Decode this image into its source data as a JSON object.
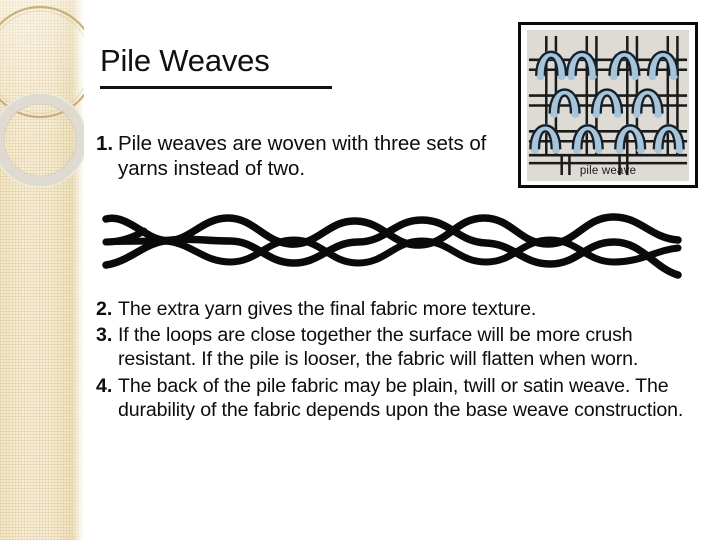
{
  "slide": {
    "title": "Pile Weaves",
    "background_color": "#ffffff",
    "text_color": "#0d0d0d"
  },
  "sidebar": {
    "accent_color": "#f3e7c8",
    "ring_gold_color": "#c9aa6a",
    "ring_gray_color": "#dcd8d0"
  },
  "list": {
    "group_one": [
      {
        "number": "1.",
        "text": "Pile weaves are woven with three sets of yarns instead of two."
      }
    ],
    "group_two": [
      {
        "number": "2.",
        "text": "The extra yarn gives the final fabric more texture."
      },
      {
        "number": "3.",
        "text": "If the loops are close together the surface will be more crush resistant.  If the pile is looser, the fabric will flatten when worn."
      },
      {
        "number": "4.",
        "text": "The back of the pile fabric may be plain, twill or satin weave.  The durability of the fabric depends upon the base weave construction."
      }
    ]
  },
  "yarn_illustration": {
    "name": "interlaced-yarn-diagram",
    "stroke_color": "#0a0a0a"
  },
  "picture": {
    "caption": "pile weave",
    "loop_color": "#a8c4d8",
    "outline_color": "#15202c",
    "background_color": "#dedbd4",
    "border_color": "#0b0b0b"
  }
}
